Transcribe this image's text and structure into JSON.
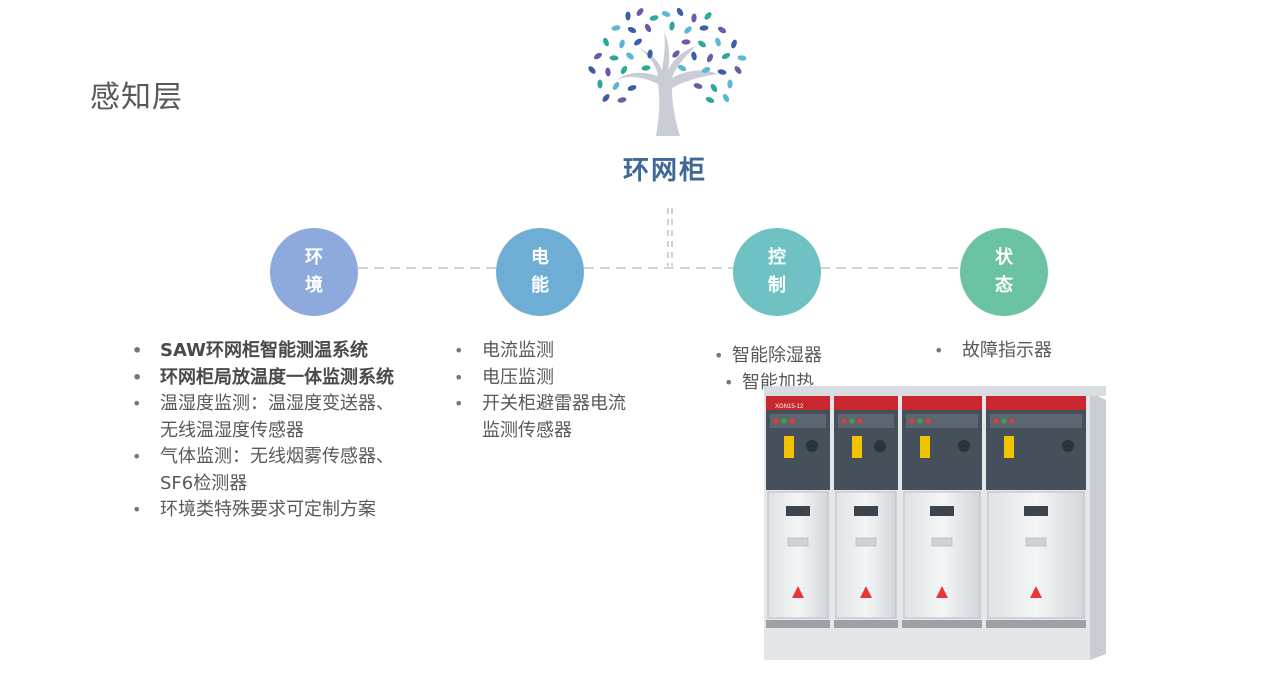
{
  "page": {
    "title": "感知层"
  },
  "hub": {
    "title": "环网柜"
  },
  "nodes": [
    {
      "line1": "环",
      "line2": "境",
      "color": "#8ea9dc"
    },
    {
      "line1": "电",
      "line2": "能",
      "color": "#6eaed4"
    },
    {
      "line1": "控",
      "line2": "制",
      "color": "#6fc1c4"
    },
    {
      "line1": "状",
      "line2": "态",
      "color": "#6cc3a2"
    }
  ],
  "lists": {
    "environment": [
      "SAW环网柜智能测温系统",
      "环网柜局放温度一体监测系统",
      "温湿度监测：温湿度变送器、",
      "无线温湿度传感器",
      "气体监测：无线烟雾传感器、",
      "SF6检测器",
      "环境类特殊要求可定制方案"
    ],
    "energy": [
      "电流监测",
      "电压监测",
      "开关柜避雷器电流",
      "监测传感器"
    ],
    "control": [
      "智能除湿器",
      "智能加热"
    ],
    "status": [
      "故障指示器"
    ]
  },
  "colors": {
    "tree_trunk": "#c9ced6",
    "leaf_blue": "#3b5ea7",
    "leaf_purple": "#6a5aa8",
    "leaf_teal": "#2fa79b",
    "leaf_cyan": "#5bb7d5",
    "dashed_line": "#d0d0d0"
  },
  "cabinet": {
    "panel_label": "XGN15-12"
  }
}
